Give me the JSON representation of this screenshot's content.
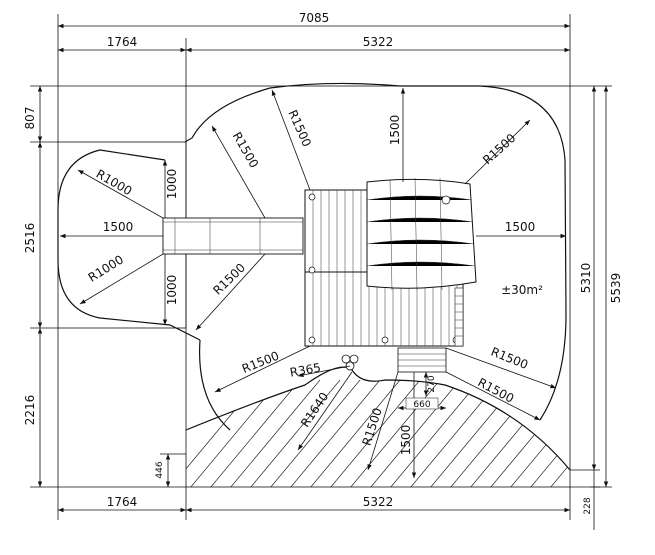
{
  "dimensions": {
    "top_total": "7085",
    "top_left": "1764",
    "top_right": "5322",
    "bottom_left": "1764",
    "bottom_right": "5322",
    "left_top": "807",
    "left_mid": "2516",
    "left_bottom": "2216",
    "left_small": "446",
    "right_inner": "5310",
    "right_outer": "5539",
    "right_small": "228"
  },
  "radii": {
    "r1000_top": "R1000",
    "r1000_bottom": "R1000",
    "r1500_a": "R1500",
    "r1500_b": "R1500",
    "r1500_c": "R1500",
    "r1500_d": "R1500",
    "r1500_e": "R1500",
    "r1500_f": "R1500",
    "r1500_g": "R1500",
    "r1500_h": "R1500",
    "r365": "R365",
    "r1640": "R1640"
  },
  "distances": {
    "d1000_upper": "1000",
    "d1000_lower": "1000",
    "d1500_left": "1500",
    "d1500_right": "1500",
    "d1500_top": "1500",
    "d1500_bottom": "1500",
    "d270": "270",
    "d660": "660"
  },
  "area": "±30m²"
}
